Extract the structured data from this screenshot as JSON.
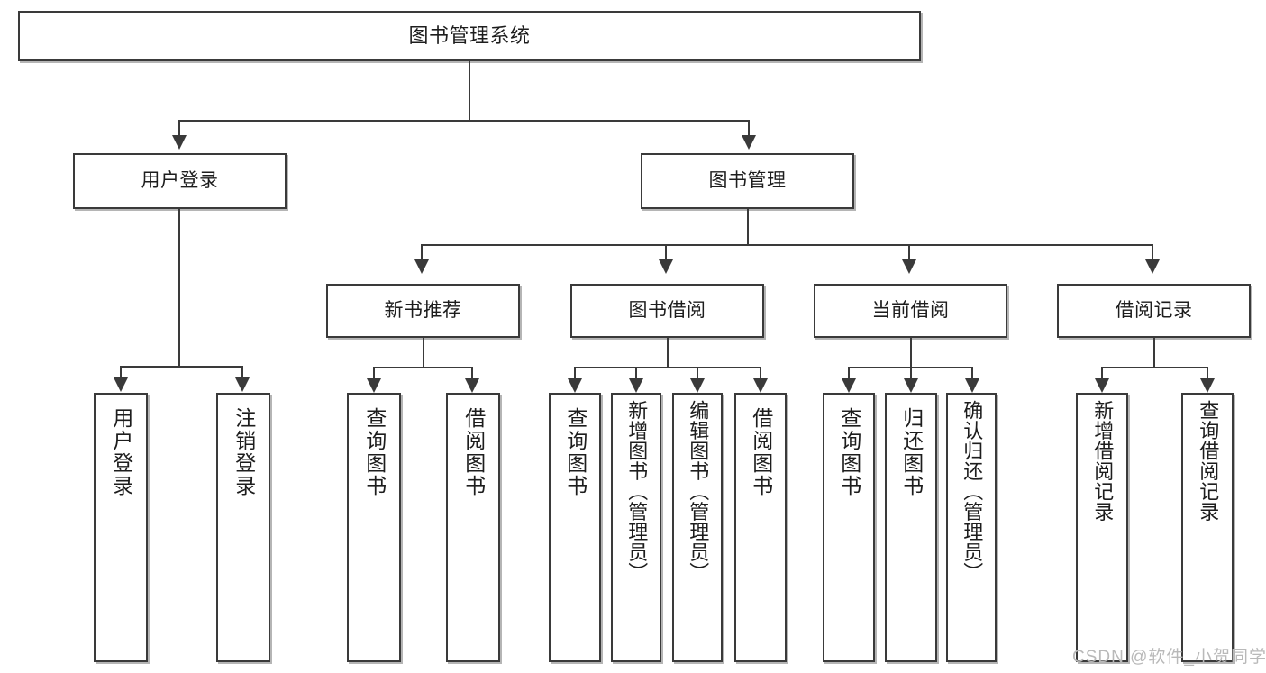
{
  "diagram": {
    "title": "图书管理系统",
    "type": "tree-hierarchy-chart",
    "background_color": "#ffffff",
    "border_color": "#3a3a3a",
    "text_color": "#1d1d1d",
    "levels": {
      "root": {
        "label": "图书管理系统"
      },
      "level2": [
        {
          "label": "用户登录"
        },
        {
          "label": "图书管理"
        }
      ],
      "level3": [
        {
          "label": "新书推荐"
        },
        {
          "label": "图书借阅"
        },
        {
          "label": "当前借阅"
        },
        {
          "label": "借阅记录"
        }
      ],
      "leaves": {
        "user_login": [
          {
            "label": "用户登录"
          },
          {
            "label": "注销登录"
          }
        ],
        "new_book_recommend": [
          {
            "label": "查询图书"
          },
          {
            "label": "借阅图书"
          }
        ],
        "book_borrow": [
          {
            "label": "查询图书"
          },
          {
            "label": "新增图书（管理员）"
          },
          {
            "label": "编辑图书（管理员）"
          },
          {
            "label": "借阅图书"
          }
        ],
        "current_borrow": [
          {
            "label": "查询图书"
          },
          {
            "label": "归还图书"
          },
          {
            "label": "确认归还（管理员）"
          }
        ],
        "borrow_record": [
          {
            "label": "新增借阅记录"
          },
          {
            "label": "查询借阅记录"
          }
        ]
      }
    }
  },
  "watermark": {
    "text": "CSDN @软件_小贺同学"
  }
}
